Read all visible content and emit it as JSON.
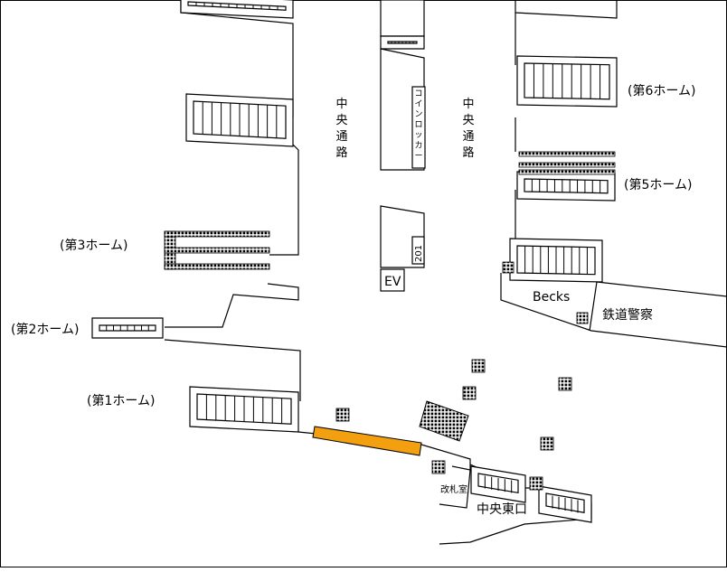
{
  "labels": {
    "platform1": "(第1ホーム)",
    "platform2": "(第2ホーム)",
    "platform3": "(第3ホーム)",
    "platform5": "(第5ホーム)",
    "platform6": "(第6ホーム)",
    "central_passage_left": [
      "中",
      "央",
      "通",
      "路"
    ],
    "central_passage_right": [
      "中",
      "央",
      "通",
      "路"
    ],
    "coin_locker": [
      "コ",
      "イ",
      "ン",
      "ロ",
      "ッ",
      "カ",
      "ー"
    ],
    "room_number": "201",
    "elevator": "EV",
    "becks": "Becks",
    "railway_police": "鉄道警察",
    "ticket_office": "改札室",
    "central_east_exit": "中央東口"
  },
  "colors": {
    "highlight": "#f2a00f",
    "line": "#000000",
    "background": "#ffffff"
  },
  "icons": {
    "tactile_blocks": "tactile-paving-icon",
    "stairs": "stairs-icon"
  }
}
